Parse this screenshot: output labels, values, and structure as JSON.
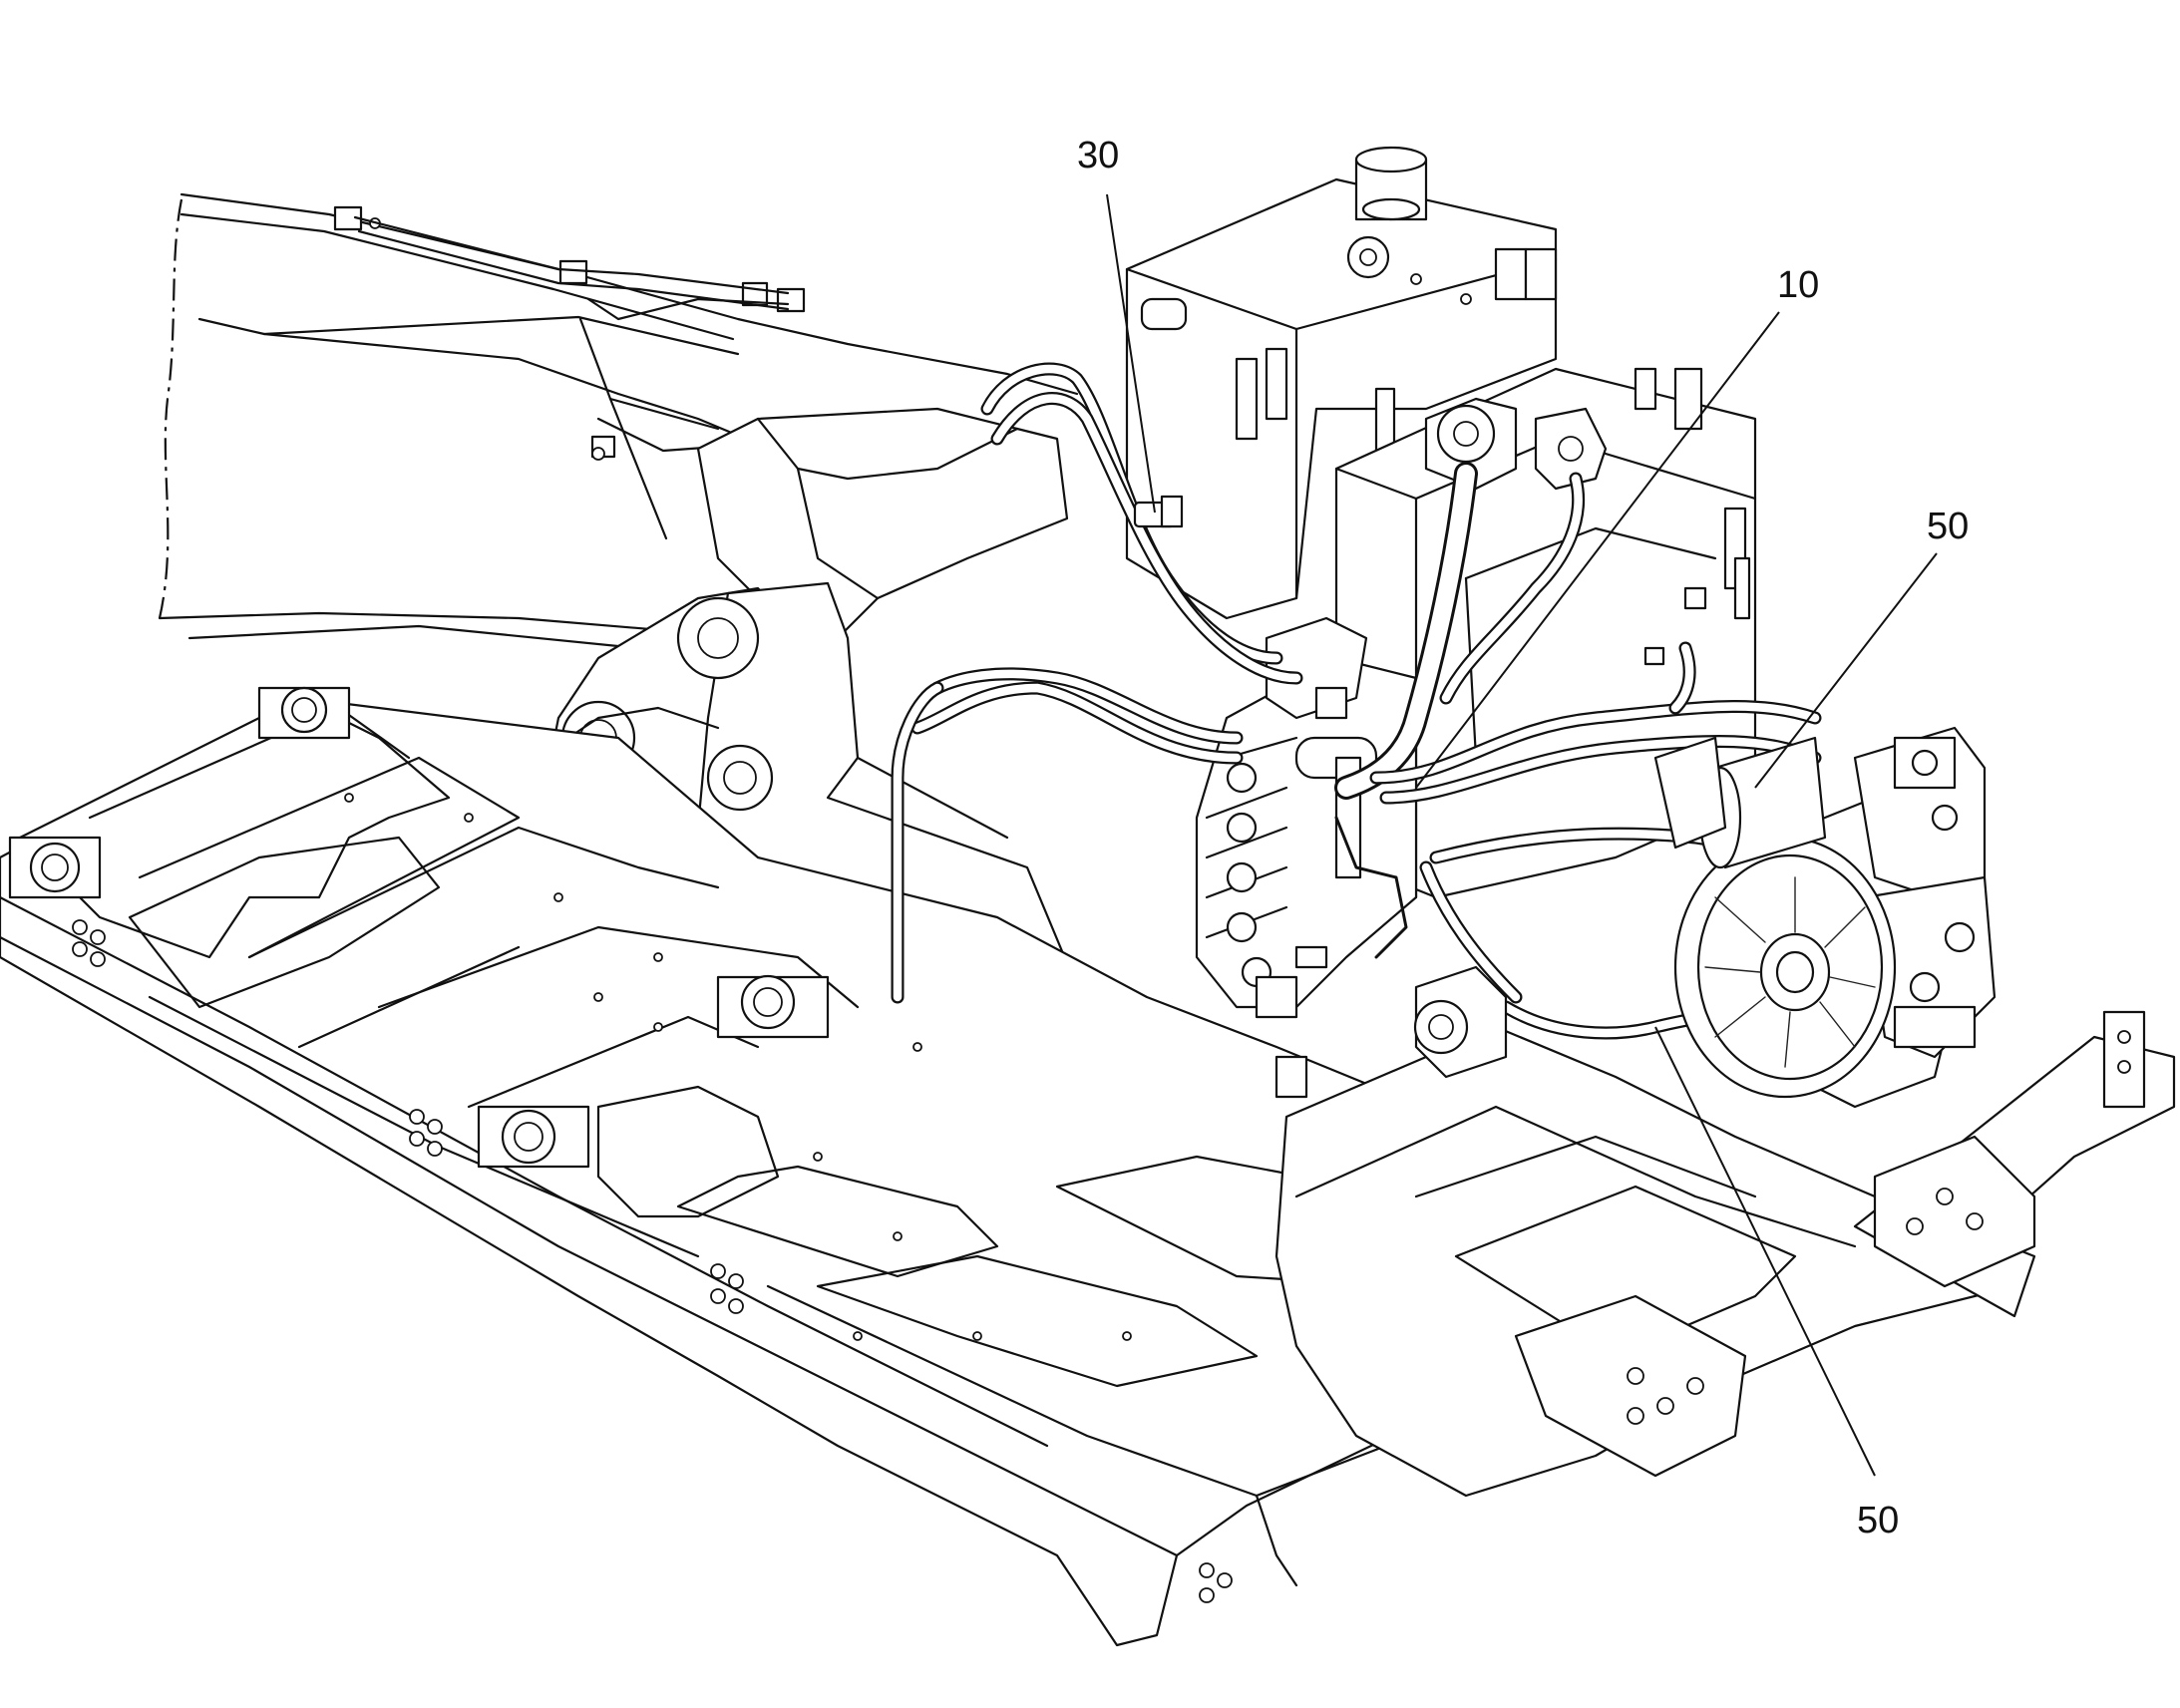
{
  "callouts": [
    {
      "id": "c30",
      "label": "30"
    },
    {
      "id": "c10",
      "label": "10"
    },
    {
      "id": "c50a",
      "label": "50"
    },
    {
      "id": "c50b",
      "label": "50"
    }
  ]
}
